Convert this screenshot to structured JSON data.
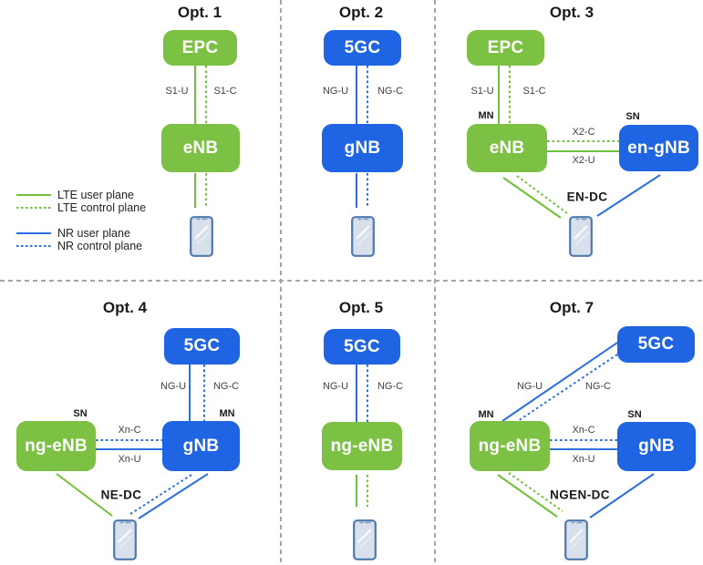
{
  "colors": {
    "lte_green_box": "#7CC143",
    "lte_green_line": "#6FC13A",
    "nr_blue_box": "#1F64E3",
    "nr_blue_line": "#2B6FE0",
    "divider_gray": "#A6A6A6",
    "link_label_gray": "#3F3F3F",
    "text_black": "#1A1A1A",
    "phone_border_blue": "#4F79B0",
    "phone_fill": "#D7E0EB"
  },
  "legend": {
    "items": [
      {
        "id": "lte-user",
        "label": "LTE user plane",
        "line": "solid-green"
      },
      {
        "id": "lte-control",
        "label": "LTE control plane",
        "line": "dotted-green"
      },
      {
        "id": "nr-user",
        "label": "NR user plane",
        "line": "solid-blue"
      },
      {
        "id": "nr-control",
        "label": "NR control plane",
        "line": "dotted-blue"
      }
    ]
  },
  "panels": {
    "opt1": {
      "title": "Opt. 1",
      "nodes": {
        "core": "EPC",
        "ran": "eNB"
      },
      "links": {
        "user": "S1-U",
        "control": "S1-C"
      }
    },
    "opt2": {
      "title": "Opt. 2",
      "nodes": {
        "core": "5GC",
        "ran": "gNB"
      },
      "links": {
        "user": "NG-U",
        "control": "NG-C"
      }
    },
    "opt3": {
      "title": "Opt. 3",
      "nodes": {
        "core": "EPC",
        "mn": "eNB",
        "sn": "en-gNB"
      },
      "roles": {
        "mn": "MN",
        "sn": "SN"
      },
      "links": {
        "user": "S1-U",
        "control": "S1-C",
        "x_control": "X2-C",
        "x_user": "X2-U"
      },
      "dc": "EN-DC"
    },
    "opt4": {
      "title": "Opt. 4",
      "nodes": {
        "core": "5GC",
        "mn": "gNB",
        "sn": "ng-eNB"
      },
      "roles": {
        "mn": "MN",
        "sn": "SN"
      },
      "links": {
        "user": "NG-U",
        "control": "NG-C",
        "x_control": "Xn-C",
        "x_user": "Xn-U"
      },
      "dc": "NE-DC"
    },
    "opt5": {
      "title": "Opt. 5",
      "nodes": {
        "core": "5GC",
        "ran": "ng-eNB"
      },
      "links": {
        "user": "NG-U",
        "control": "NG-C"
      }
    },
    "opt7": {
      "title": "Opt. 7",
      "nodes": {
        "core": "5GC",
        "mn": "ng-eNB",
        "sn": "gNB"
      },
      "roles": {
        "mn": "MN",
        "sn": "SN"
      },
      "links": {
        "user": "NG-U",
        "control": "NG-C",
        "x_control": "Xn-C",
        "x_user": "Xn-U"
      },
      "dc": "NGEN-DC"
    }
  }
}
